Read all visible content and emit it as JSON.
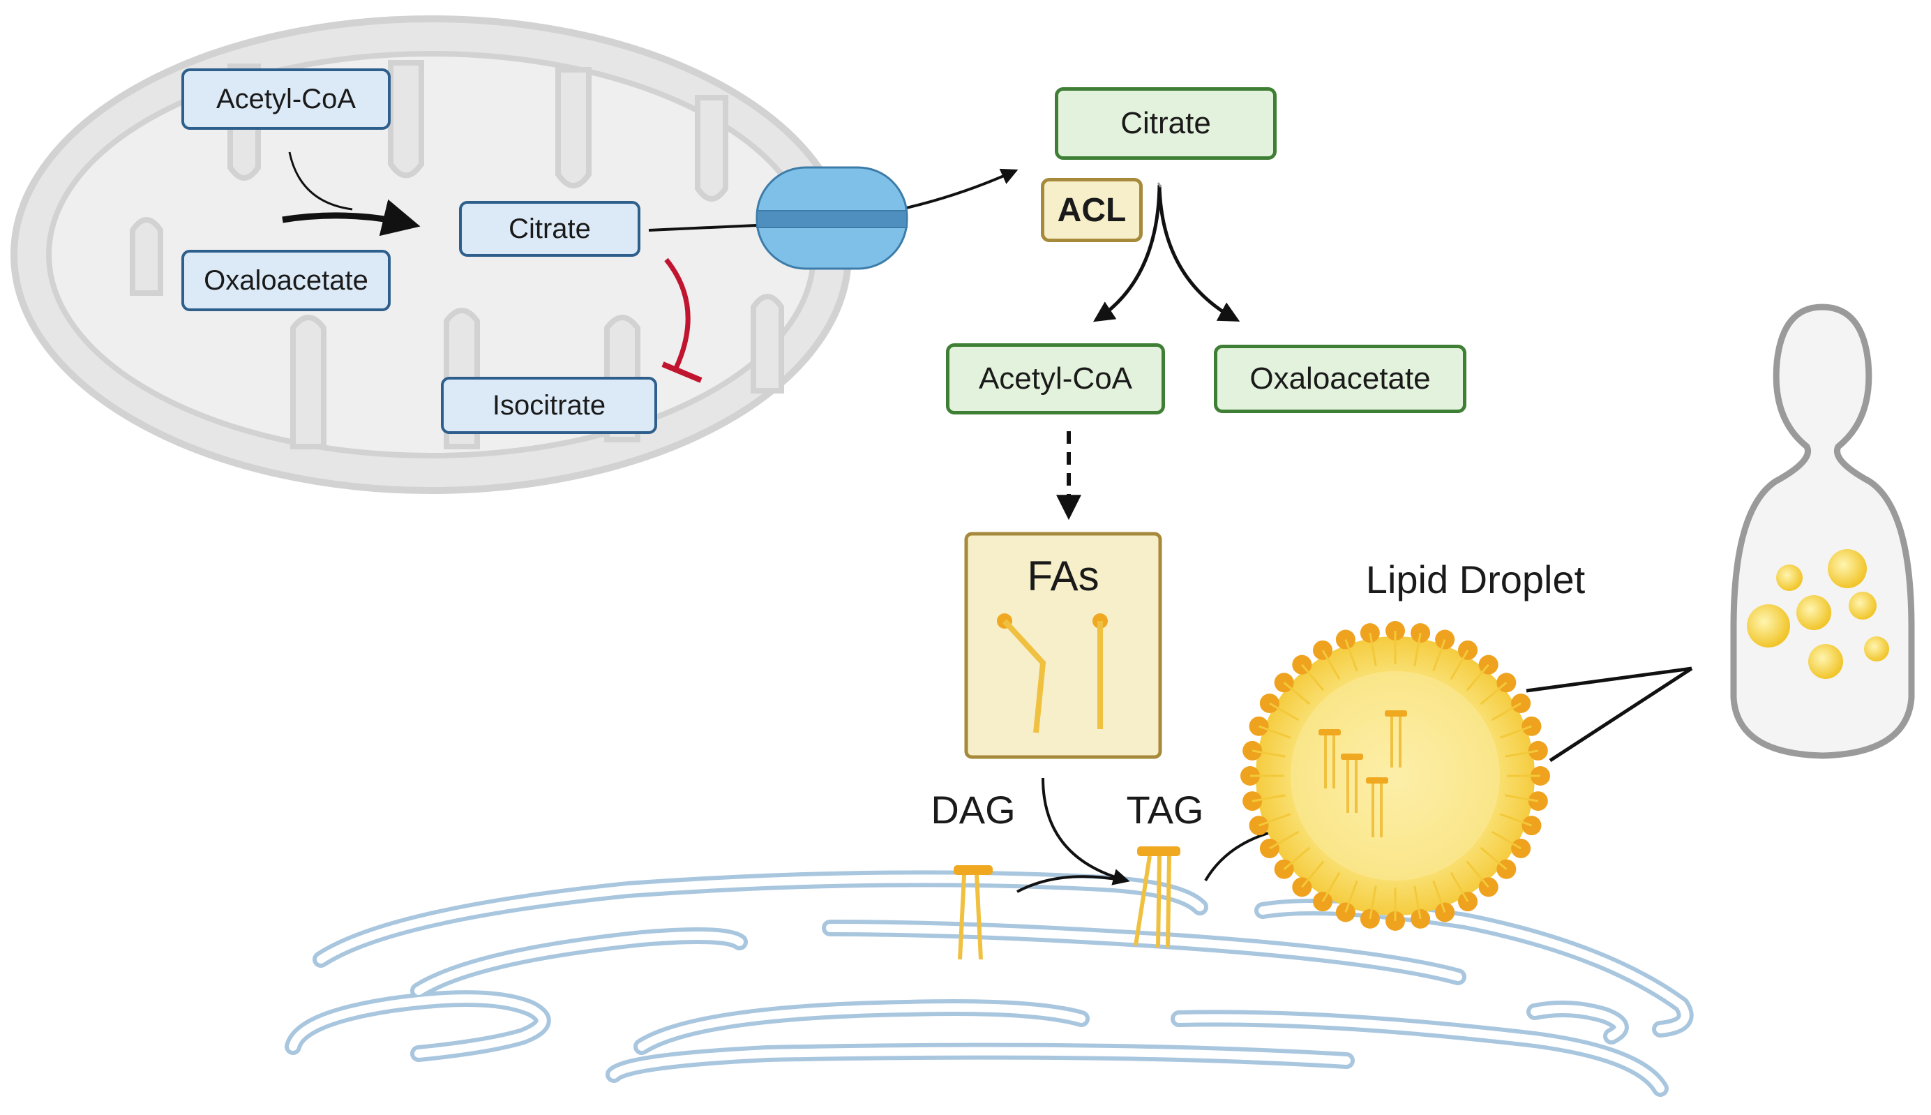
{
  "mitochondrion": {
    "acetyl_coa": "Acetyl-CoA",
    "oxaloacetate": "Oxaloacetate",
    "citrate": "Citrate",
    "isocitrate": "Isocitrate"
  },
  "cytosol": {
    "citrate": "Citrate",
    "acl": "ACL",
    "acetyl_coa": "Acetyl-CoA",
    "oxaloacetate": "Oxaloacetate",
    "fas": "FAs"
  },
  "er": {
    "dag": "DAG",
    "tag": "TAG"
  },
  "lipid_droplet": {
    "title": "Lipid Droplet"
  },
  "colors": {
    "mito_fill": "#e6e6e6",
    "mito_outline": "#cfcfcf",
    "blue_box_fill": "#dceaf7",
    "blue_box_border": "#2e5f8c",
    "green_box_fill": "#e3f2dc",
    "green_box_border": "#3f7f35",
    "inhibition_red": "#c0142f",
    "transporter_blue": "#7fc0e8",
    "lipid_orange": "#f0a820",
    "droplet_yellow": "#f9e27a",
    "er_blue": "#a9c6df"
  }
}
